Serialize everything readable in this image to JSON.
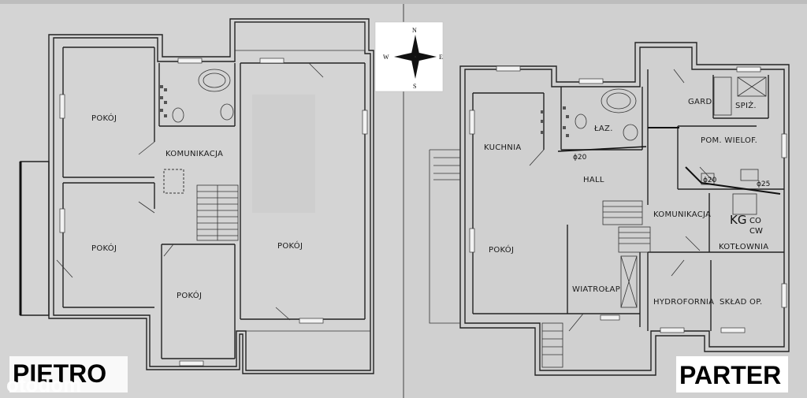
{
  "plans": {
    "upper": {
      "title": "PIETRO",
      "rooms": {
        "room1": "POKÓJ",
        "room2": "POKÓJ",
        "room3": "POKÓJ",
        "room4": "POKÓJ",
        "corridor": "KOMUNIKACJA"
      }
    },
    "ground": {
      "title": "PARTER",
      "rooms": {
        "kitchen": "KUCHNIA",
        "bathroom": "ŁAZ.",
        "hall": "HALL",
        "room": "POKÓJ",
        "windbreak": "WIATROŁAP",
        "wardrobe": "GARD.",
        "pantry": "SPIŻ.",
        "utility": "POM. WIELOF.",
        "corridor": "KOMUNIKACJA",
        "boiler_code": "KG",
        "boiler_co": "CO",
        "boiler_cw": "CW",
        "boiler_room": "KOTŁOWNIA",
        "pump_room": "HYDROFORNIA",
        "storage": "SKŁAD OP."
      },
      "notes": {
        "pipe1": "ϕ20",
        "pipe2": "ϕ20",
        "pipe3": "ϕ25"
      }
    }
  },
  "compass": {
    "n": "N",
    "s": "S",
    "e": "E",
    "w": "W"
  },
  "watermark": "otodom",
  "colors": {
    "paper": "#d2d2d2",
    "ink": "#222222",
    "label_bg": "#ffffff"
  }
}
